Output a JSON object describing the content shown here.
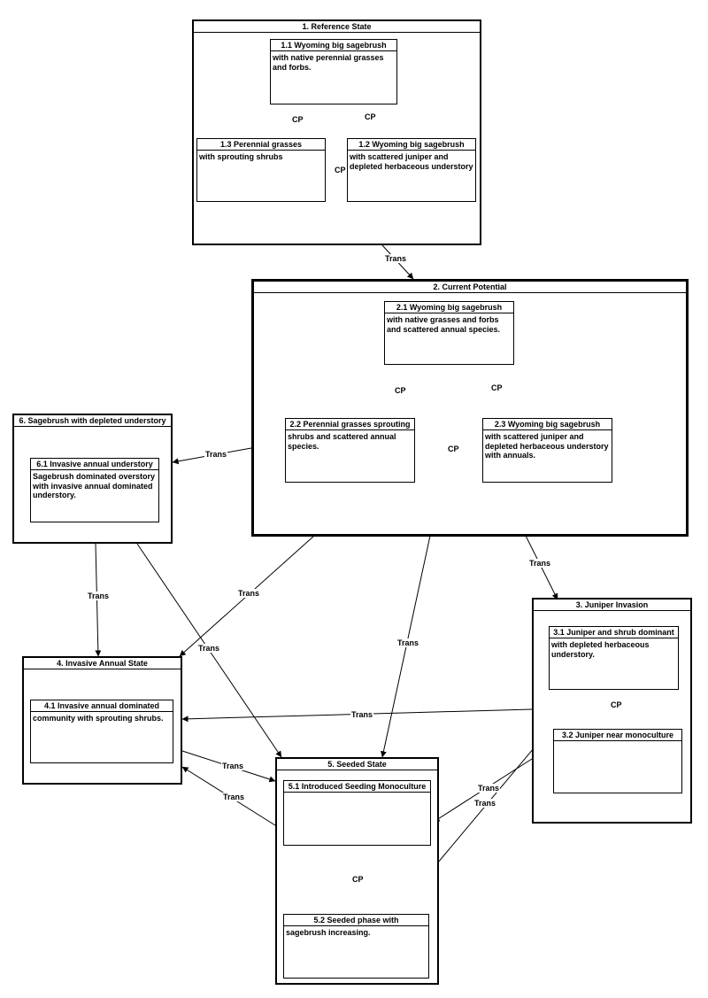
{
  "states": {
    "s1": {
      "title": "1. Reference State"
    },
    "s2": {
      "title": "2. Current Potential"
    },
    "s3": {
      "title": "3. Juniper Invasion"
    },
    "s4": {
      "title": "4. Invasive Annual State"
    },
    "s5": {
      "title": "5. Seeded State"
    },
    "s6": {
      "title": "6. Sagebrush with depleted understory"
    }
  },
  "phases": {
    "p1_1": {
      "title": "1.1 Wyoming big sagebrush",
      "text": "with native perennial grasses and forbs."
    },
    "p1_2": {
      "title": "1.2 Wyoming big sagebrush",
      "text": "with scattered juniper and depleted herbaceous understory"
    },
    "p1_3": {
      "title": "1.3 Perennial grasses",
      "text": "with sprouting shrubs"
    },
    "p2_1": {
      "title": "2.1 Wyoming big sagebrush",
      "text": "with native grasses and forbs and scattered annual species."
    },
    "p2_2": {
      "title": "2.2 Perennial grasses sprouting",
      "text": "shrubs and scattered annual species."
    },
    "p2_3": {
      "title": "2.3 Wyoming big sagebrush",
      "text": "with scattered juniper and depleted herbaceous understory with annuals."
    },
    "p3_1": {
      "title": "3.1 Juniper and shrub dominant",
      "text": "with depleted herbaceous understory."
    },
    "p3_2": {
      "title": "3.2 Juniper near monoculture",
      "text": ""
    },
    "p4_1": {
      "title": "4.1 Invasive annual dominated",
      "text": "community with sprouting shrubs."
    },
    "p5_1": {
      "title": "5.1 Introduced Seeding Monoculture",
      "text": ""
    },
    "p5_2": {
      "title": "5.2 Seeded phase with",
      "text": "sagebrush increasing."
    },
    "p6_1": {
      "title": "6.1 Invasive annual understory",
      "text": "Sagebrush dominated overstory with invasive annual dominated understory."
    }
  },
  "labels": {
    "cp": "CP",
    "trans": "Trans"
  }
}
